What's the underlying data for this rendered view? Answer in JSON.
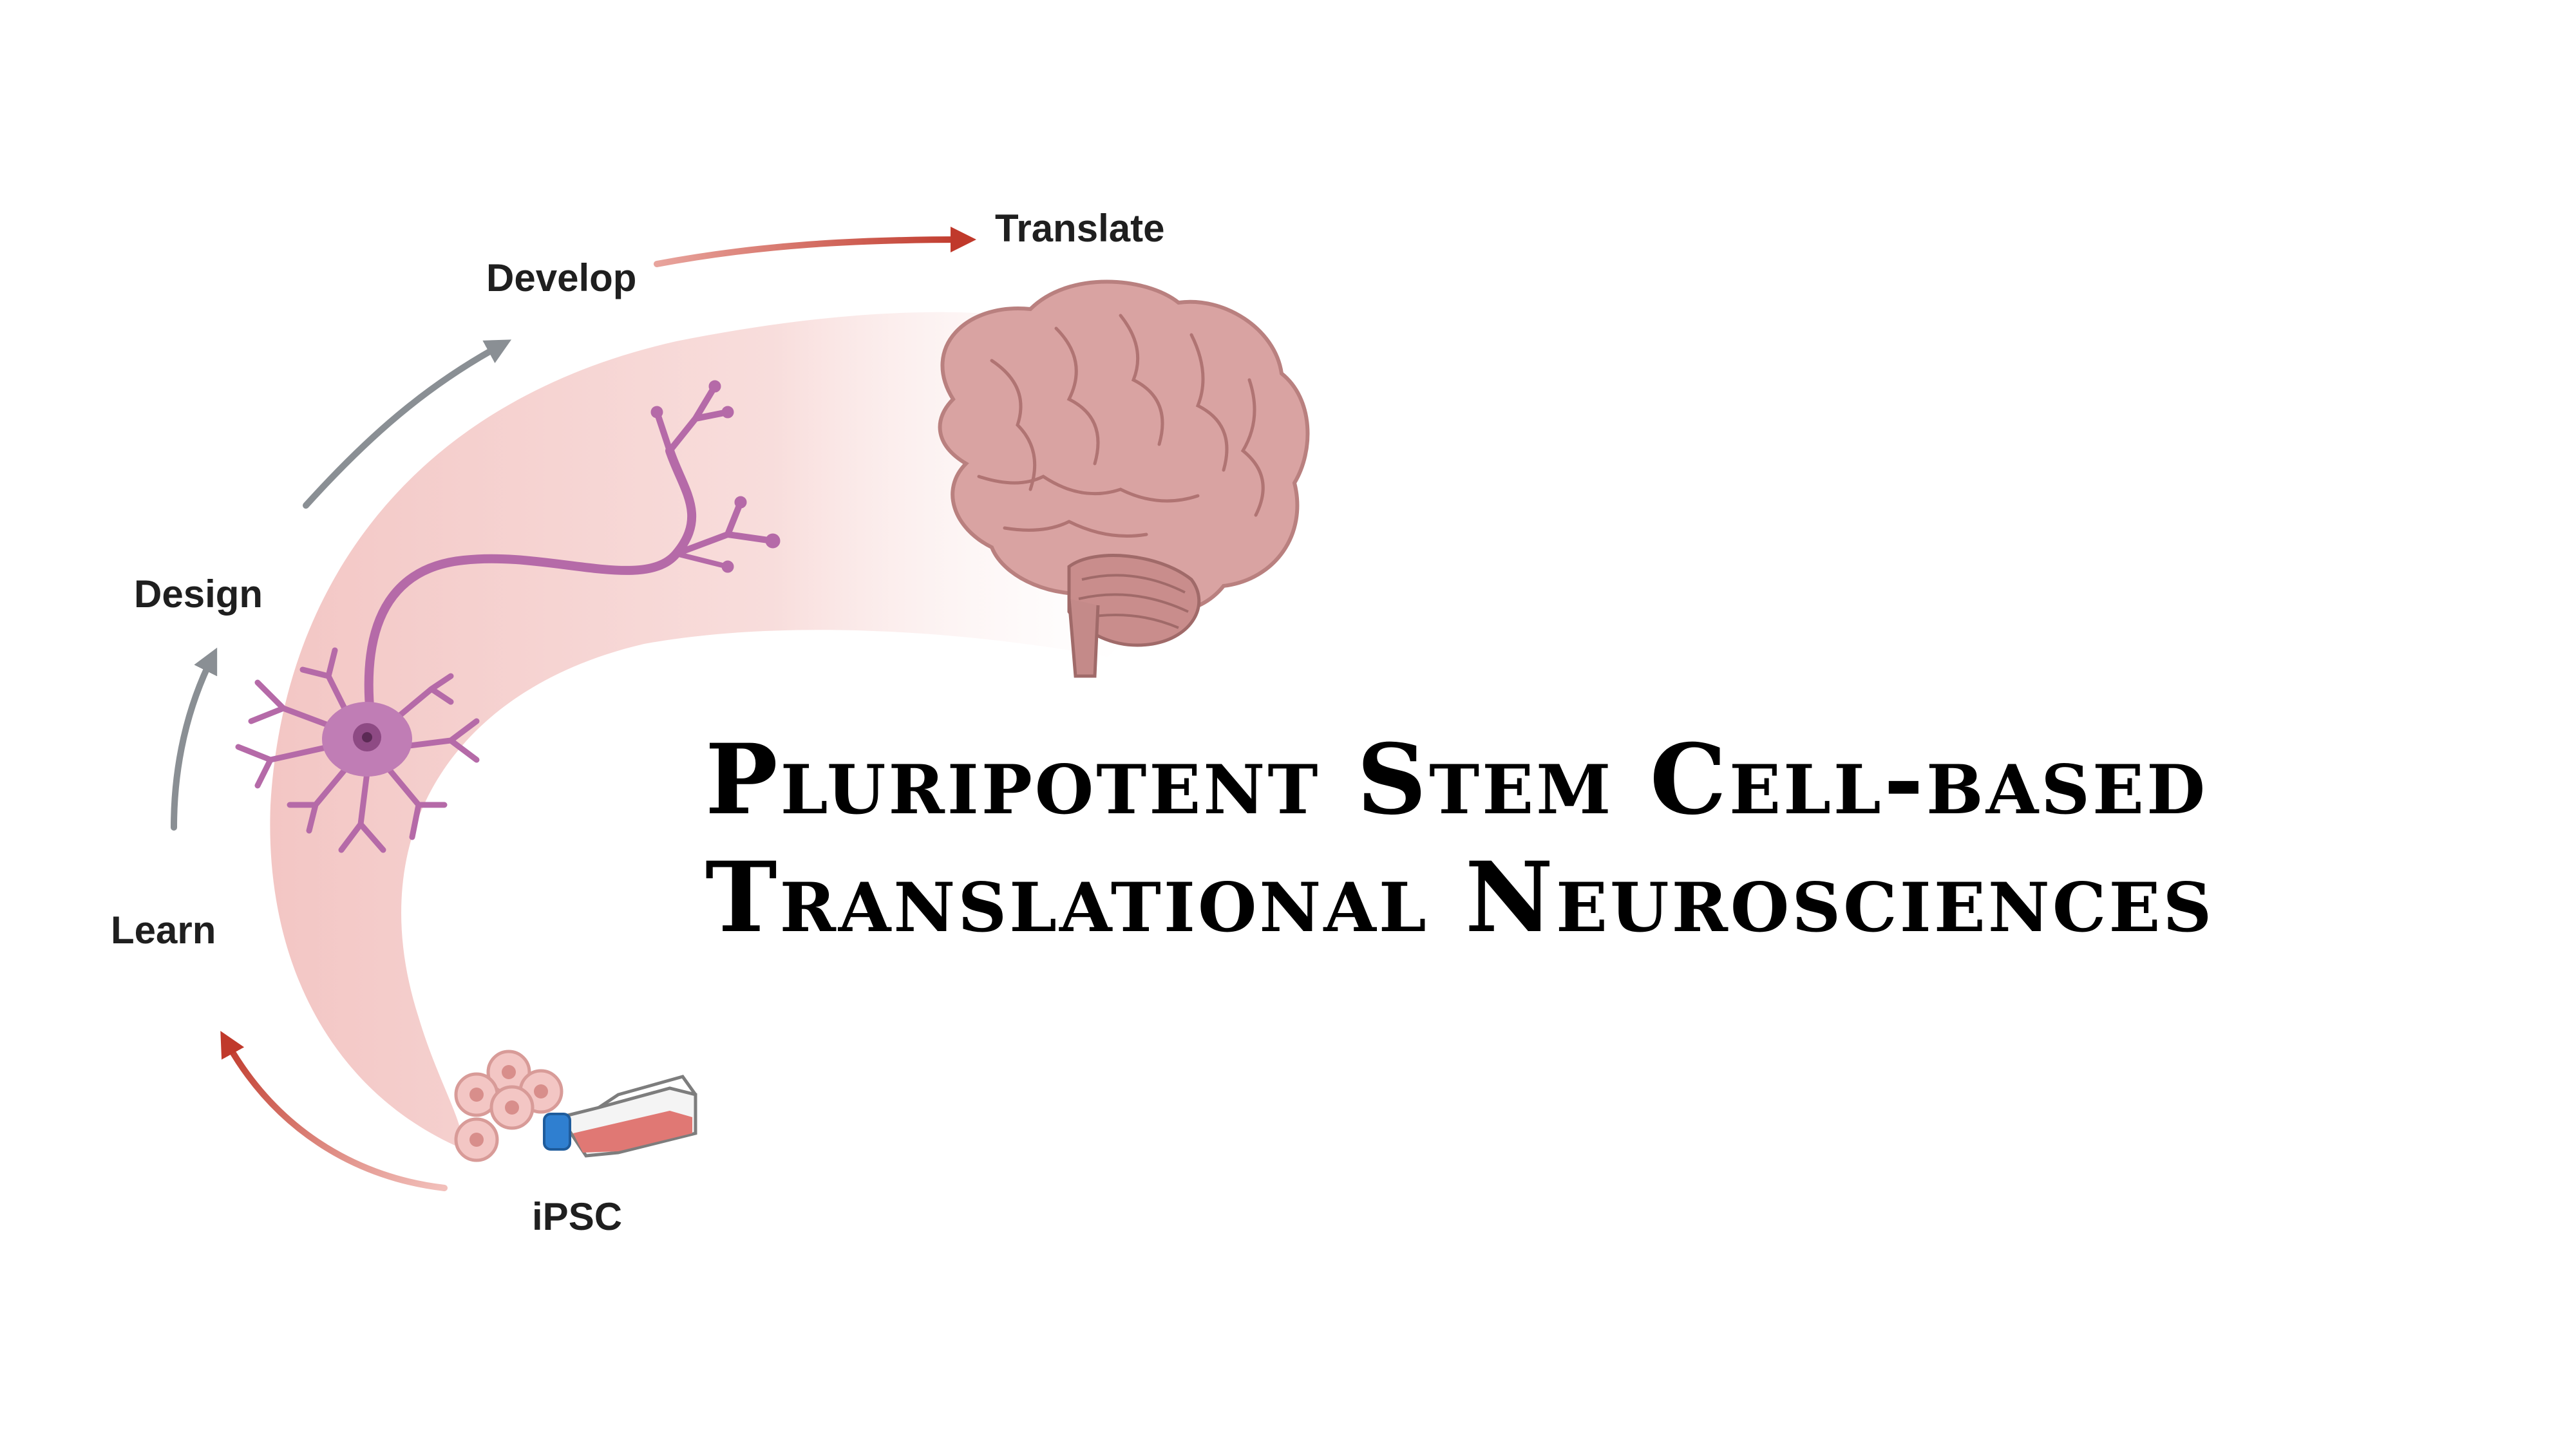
{
  "labels": {
    "translate": "Translate",
    "develop": "Develop",
    "design": "Design",
    "learn": "Learn",
    "ipsc": "iPSC"
  },
  "title": {
    "line1": "Pluripotent Stem Cell-based",
    "line2": "Translational Neurosciences"
  },
  "colors": {
    "band": "#f3c7c5",
    "arrow_red": "#c0392b",
    "arrow_gray": "#8a8f94",
    "neuron": "#b56aa8",
    "brain": "#d59a9a",
    "cell": "#f2c4c2",
    "flask_fill": "#e07874",
    "flask_cap": "#2f7fd0"
  },
  "icons": [
    "neuron-icon",
    "brain-icon",
    "cell-cluster-icon",
    "culture-flask-icon"
  ]
}
